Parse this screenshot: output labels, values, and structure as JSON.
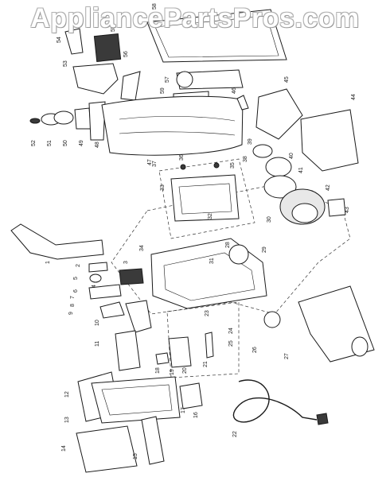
{
  "watermark": "AppliancePartsPros.com",
  "part_labels": [
    {
      "id": "1",
      "text": "1"
    },
    {
      "id": "2",
      "text": "2"
    },
    {
      "id": "3",
      "text": "3"
    },
    {
      "id": "4",
      "text": "4"
    },
    {
      "id": "5",
      "text": "5"
    },
    {
      "id": "6",
      "text": "6"
    },
    {
      "id": "7",
      "text": "7"
    },
    {
      "id": "8",
      "text": "8"
    },
    {
      "id": "9",
      "text": "9"
    },
    {
      "id": "10",
      "text": "10"
    },
    {
      "id": "11",
      "text": "11"
    },
    {
      "id": "12",
      "text": "12"
    },
    {
      "id": "13",
      "text": "13"
    },
    {
      "id": "14",
      "text": "14"
    },
    {
      "id": "15",
      "text": "15"
    },
    {
      "id": "16",
      "text": "16"
    },
    {
      "id": "17",
      "text": "17"
    },
    {
      "id": "18",
      "text": "18"
    },
    {
      "id": "19",
      "text": "19"
    },
    {
      "id": "20",
      "text": "20"
    },
    {
      "id": "21",
      "text": "21"
    },
    {
      "id": "22",
      "text": "22"
    },
    {
      "id": "23",
      "text": "23"
    },
    {
      "id": "24",
      "text": "24"
    },
    {
      "id": "25",
      "text": "25"
    },
    {
      "id": "26",
      "text": "26"
    },
    {
      "id": "27",
      "text": "27"
    },
    {
      "id": "28",
      "text": "28"
    },
    {
      "id": "29",
      "text": "29"
    },
    {
      "id": "30",
      "text": "30"
    },
    {
      "id": "31",
      "text": "31"
    },
    {
      "id": "32",
      "text": "32"
    },
    {
      "id": "33",
      "text": "33"
    },
    {
      "id": "34",
      "text": "34"
    },
    {
      "id": "35",
      "text": "35"
    },
    {
      "id": "36",
      "text": "36"
    },
    {
      "id": "37",
      "text": "37"
    },
    {
      "id": "38",
      "text": "38"
    },
    {
      "id": "39",
      "text": "39"
    },
    {
      "id": "40",
      "text": "40"
    },
    {
      "id": "41",
      "text": "41"
    },
    {
      "id": "42",
      "text": "42"
    },
    {
      "id": "43",
      "text": "43"
    },
    {
      "id": "44",
      "text": "44"
    },
    {
      "id": "45",
      "text": "45"
    },
    {
      "id": "46",
      "text": "46"
    },
    {
      "id": "47",
      "text": "47"
    },
    {
      "id": "48",
      "text": "48"
    },
    {
      "id": "49",
      "text": "49"
    },
    {
      "id": "50",
      "text": "50"
    },
    {
      "id": "51",
      "text": "51"
    },
    {
      "id": "52",
      "text": "52"
    },
    {
      "id": "53",
      "text": "53"
    },
    {
      "id": "54",
      "text": "54"
    },
    {
      "id": "55",
      "text": "55"
    },
    {
      "id": "56",
      "text": "56"
    },
    {
      "id": "57",
      "text": "57"
    },
    {
      "id": "58",
      "text": "58"
    },
    {
      "id": "59",
      "text": "59"
    }
  ],
  "colors": {
    "ink": "#1a1a1a",
    "paper": "#ffffff",
    "watermark_outline": "#9a9a9a"
  }
}
